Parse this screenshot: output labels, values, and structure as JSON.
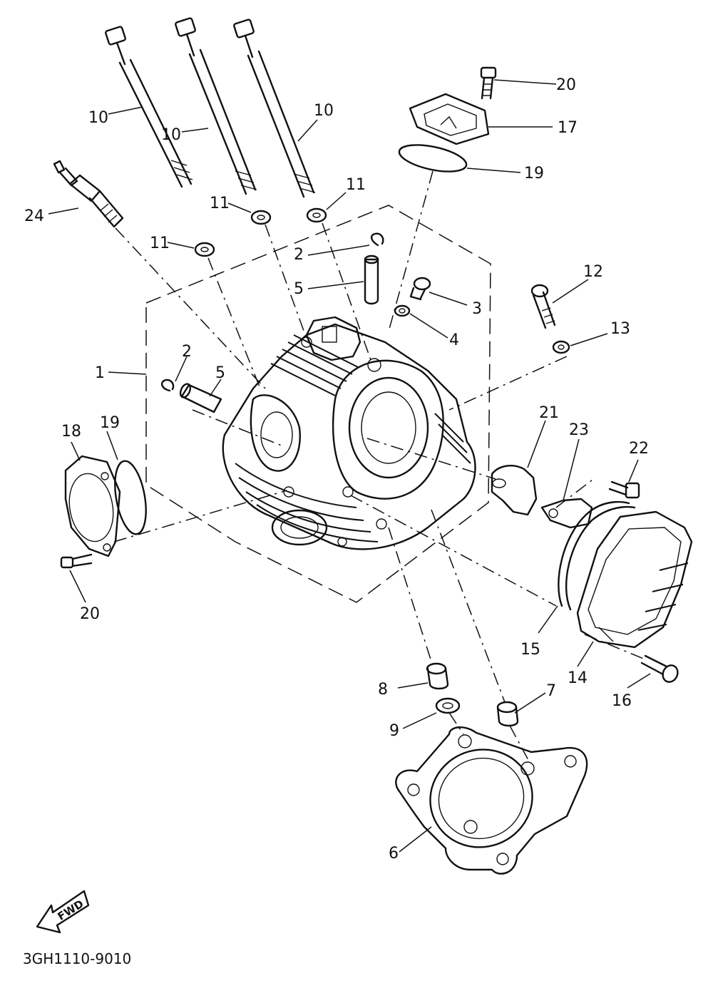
{
  "diagram_code": "3GH1110-9010",
  "fwd_label": "FWD",
  "callouts": {
    "c1": "1",
    "c2a": "2",
    "c2b": "2",
    "c3": "3",
    "c4": "4",
    "c5a": "5",
    "c5b": "5",
    "c6": "6",
    "c7": "7",
    "c8": "8",
    "c9": "9",
    "c10a": "10",
    "c10b": "10",
    "c10c": "10",
    "c11a": "11",
    "c11b": "11",
    "c11c": "11",
    "c12": "12",
    "c13": "13",
    "c14": "14",
    "c15": "15",
    "c16": "16",
    "c17": "17",
    "c18": "18",
    "c19a": "19",
    "c19b": "19",
    "c20a": "20",
    "c20b": "20",
    "c21": "21",
    "c22": "22",
    "c23": "23",
    "c24": "24"
  }
}
